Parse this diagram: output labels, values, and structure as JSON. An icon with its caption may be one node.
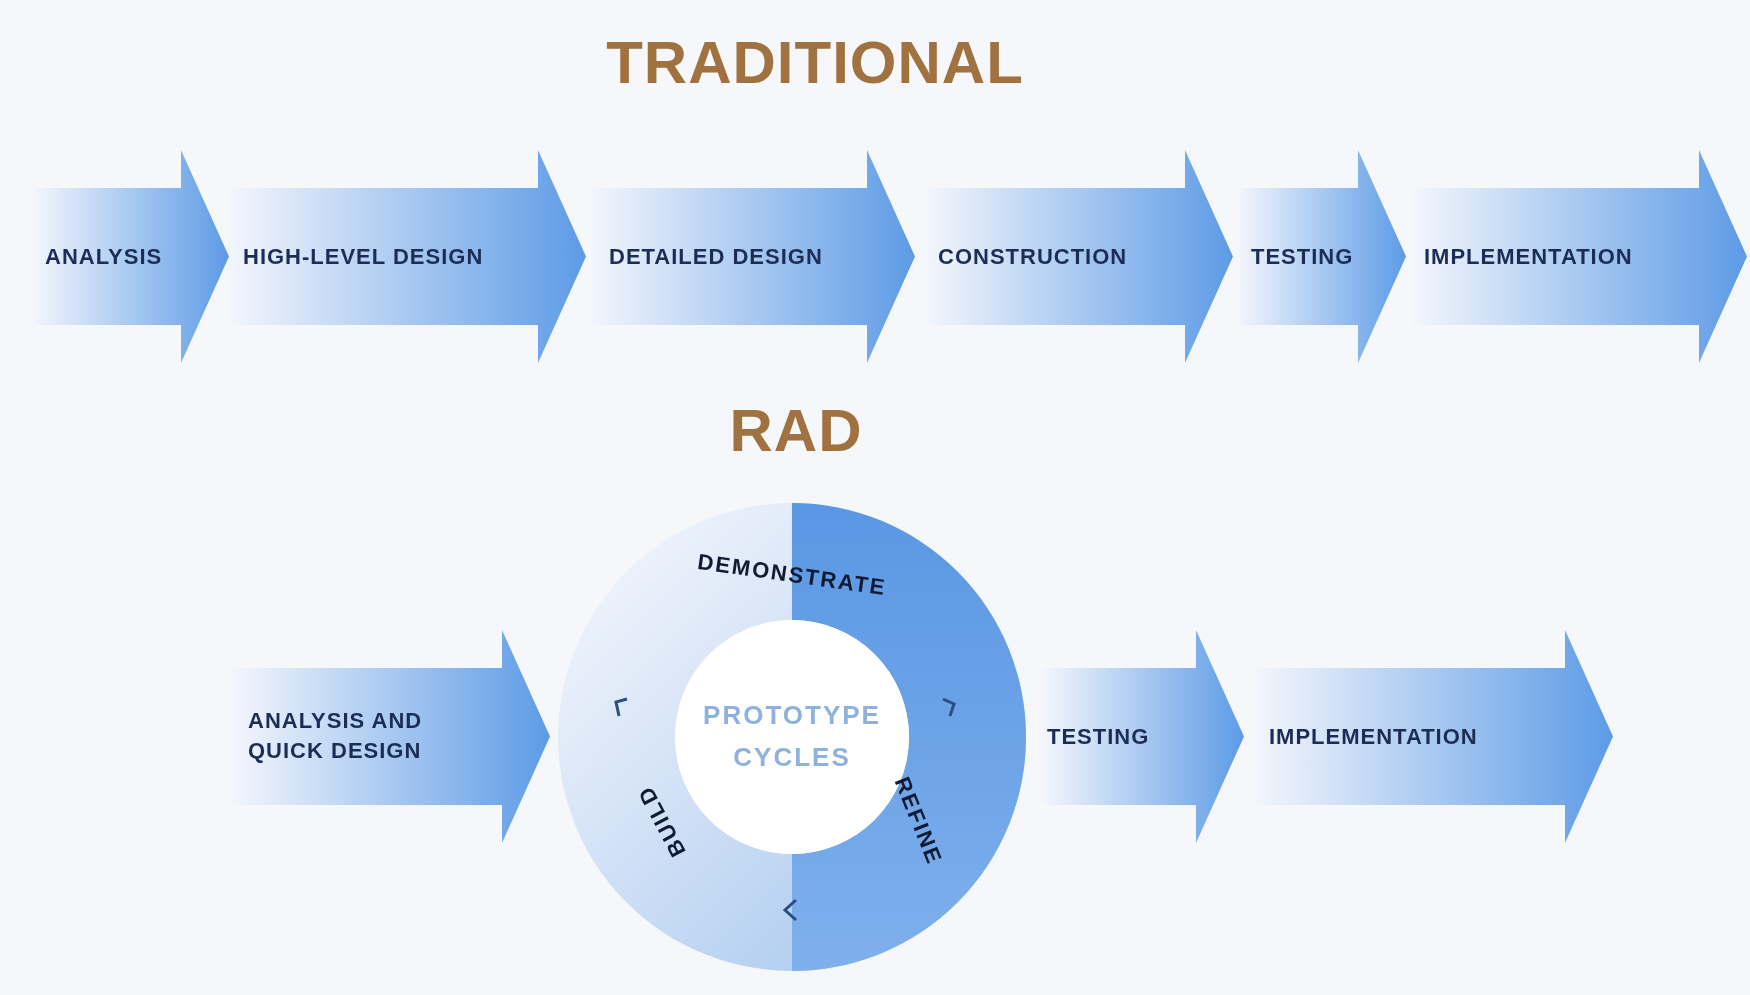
{
  "diagram": {
    "title": "TRADITIONAL",
    "nodes": [
      {
        "text": [
          "ANALYSIS"
        ]
      },
      {
        "text": [
          "HIGH-LEVEL DESIGN"
        ]
      },
      {
        "text": [
          "DETAILED DESIGN"
        ]
      },
      {
        "text": [
          "CONSTRUCTION"
        ]
      },
      {
        "text": [
          "TESTING"
        ]
      },
      {
        "text": [
          "IMPLEMENTATION"
        ]
      },
      {
        "text": [
          "ANALYSIS AND QUICK DESIGN"
        ]
      },
      {
        "text": [
          "PROTOTYPE CYCLES",
          "DEMONSTRATE",
          "REFINE",
          "BUILD"
        ]
      },
      {
        "text": [
          "TESTING"
        ]
      },
      {
        "text": [
          "IMPLEMENTATION"
        ]
      }
    ],
    "labels": [
      "RAD"
    ]
  }
}
